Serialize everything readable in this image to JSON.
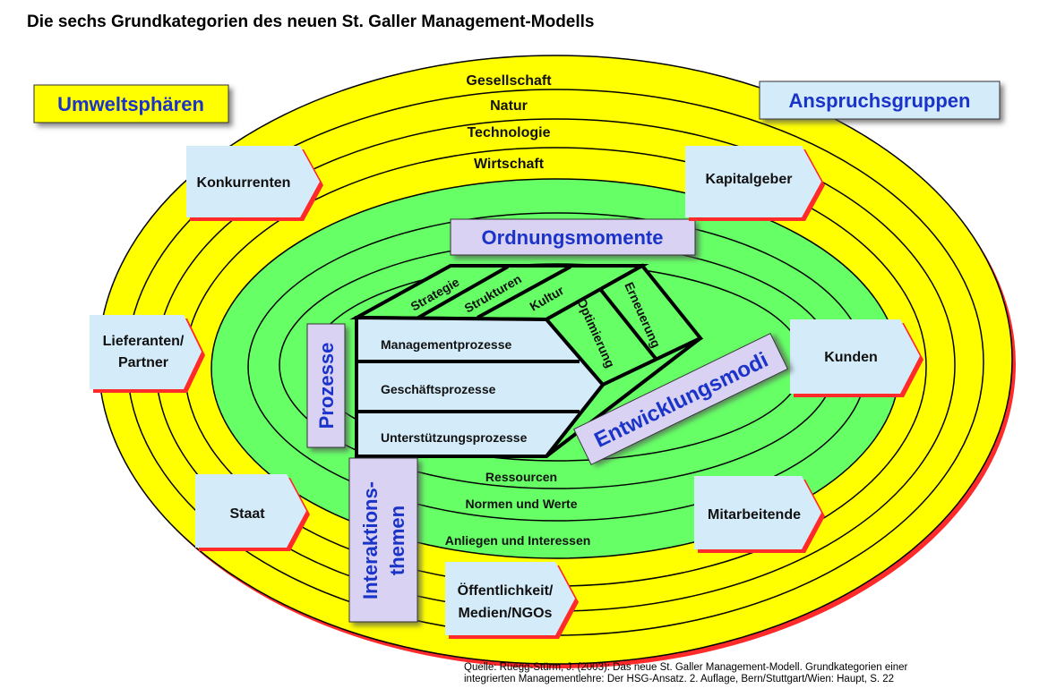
{
  "title": "Die sechs Grundkategorien des neuen St. Galler Management-Modells",
  "colors": {
    "yellow": "#ffff00",
    "green": "#66ff66",
    "lightblue": "#d4ebf9",
    "lavender": "#d9d2f2",
    "textblue": "#1a33c8",
    "shadow": "#ff2020"
  },
  "headers": {
    "umwelt": "Umweltsphären",
    "anspruch": "Anspruchsgruppen"
  },
  "spheres": [
    "Gesellschaft",
    "Natur",
    "Technologie",
    "Wirtschaft"
  ],
  "stakeholders": [
    "Konkurrenten",
    "Kapitalgeber",
    "Lieferanten/",
    "Partner",
    "Kunden",
    "Staat",
    "Mitarbeitende",
    "Öffentlichkeit/",
    "Medien/NGOs"
  ],
  "ordnungsmomente": {
    "title": "Ordnungsmomente",
    "items": [
      "Strategie",
      "Strukturen",
      "Kultur"
    ]
  },
  "prozesse": {
    "title": "Prozesse",
    "items": [
      "Managementprozesse",
      "Geschäftsprozesse",
      "Unterstützungsprozesse"
    ]
  },
  "entwicklungsmodi": {
    "title": "Entwicklungsmodi",
    "items": [
      "Optimierung",
      "Erneuerung"
    ]
  },
  "interaktionsthemen": {
    "title_lines": [
      "Interaktions-",
      "themen"
    ],
    "items": [
      "Ressourcen",
      "Normen und Werte",
      "Anliegen und Interessen"
    ]
  },
  "source": [
    "Quelle: Rüegg-Stürm, J. (2003): Das neue St. Galler Management-Modell. Grundkategorien einer",
    "integrierten Managementlehre: Der HSG-Ansatz. 2. Auflage, Bern/Stuttgart/Wien: Haupt, S. 22"
  ]
}
